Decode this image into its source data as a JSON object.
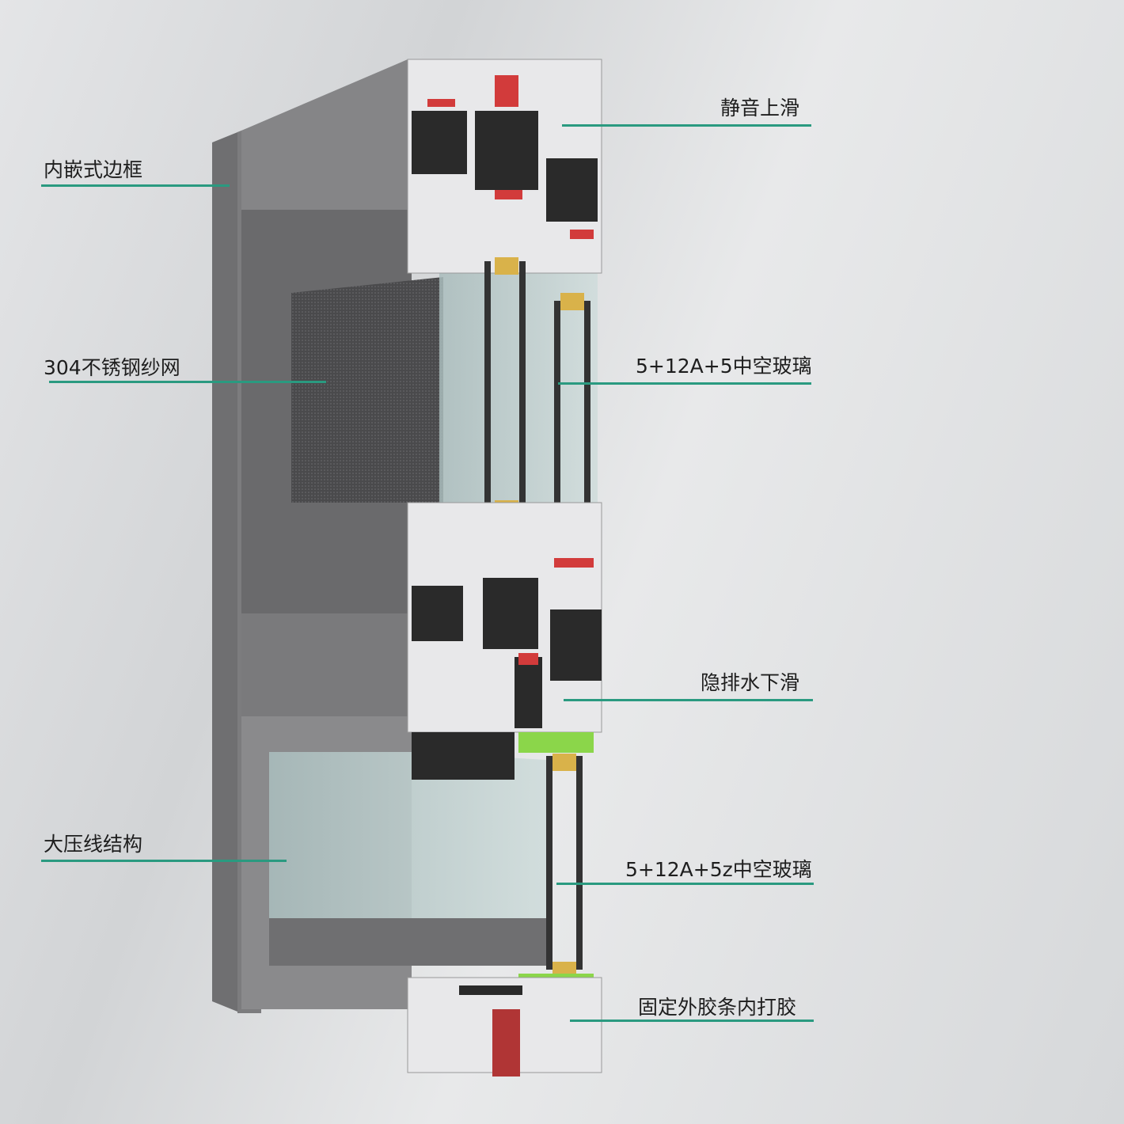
{
  "title": "Window profile cross-section",
  "accent_color": "#2a9a80",
  "labels": {
    "embedded_frame": "内嵌式边框",
    "silent_top_slide": "静音上滑",
    "stainless_screen": "304不锈钢纱网",
    "hollow_glass_upper": "5+12A+5中空玻璃",
    "hidden_drain_bottom_slide": "隐排水下滑",
    "large_bead_structure": "大压线结构",
    "hollow_glass_lower": "5+12A+5z中空玻璃",
    "fixed_gasket_glue": "固定外胶条内打胶"
  }
}
